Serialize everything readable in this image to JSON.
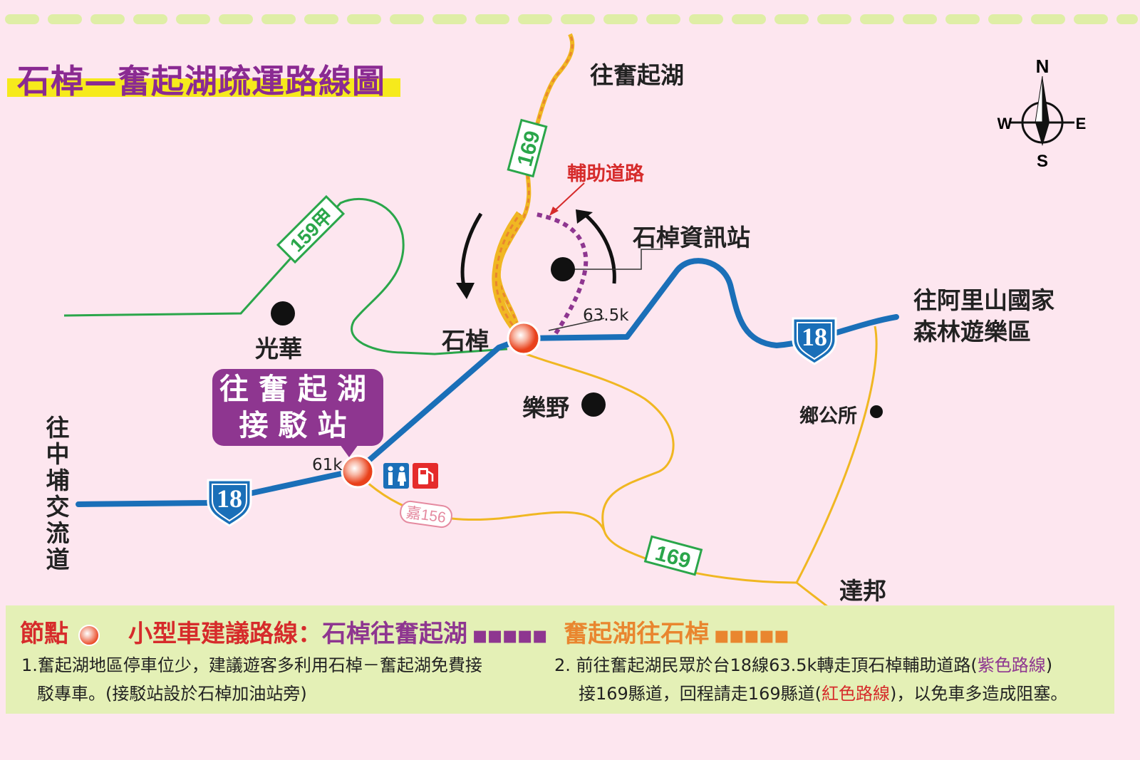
{
  "title": "石棹—奮起湖疏運路線圖",
  "compass": {
    "n": "N",
    "s": "S",
    "e": "E",
    "w": "W"
  },
  "places": {
    "fenqihu_north": "往奮起湖",
    "aux_road": "輔助道路",
    "info_station": "石棹資訊站",
    "shizhuo": "石棹",
    "km_635": "63.5k",
    "guanghua": "光華",
    "leye": "樂野",
    "township_office": "鄉公所",
    "alishan_line1": "往阿里山國家",
    "alishan_line2": "森林遊樂區",
    "shuttle_line1": "往奮起湖",
    "shuttle_line2": "接駁站",
    "km_61": "61k",
    "zhongpu": "往中埔交流道",
    "dabang": "達邦"
  },
  "road_shields": {
    "r169_top": "169",
    "r159a": "159甲",
    "r18_east": "18",
    "r18_west": "18",
    "r156": "嘉156",
    "r169_south": "169"
  },
  "legend": {
    "node_label": "節點",
    "route_label": "小型車建議路線：",
    "to_fenqihu": "石棹往奮起湖",
    "to_shizhuo": "奮起湖往石棹",
    "dots": "▪▪▪▪▪",
    "note1_line1": "1.奮起湖地區停車位少，建議遊客多利用石棹－奮起湖免費接",
    "note1_line2": "駁專車。(接駁站設於石棹加油站旁)",
    "note2_a": "2. 前往奮起湖民眾於台18線63.5k轉走頂石棹輔助道路(",
    "note2_purple": "紫色路線",
    "note2_b": ")",
    "note2_c": "接169縣道，回程請走169縣道(",
    "note2_red": "紅色路線",
    "note2_d": ")，以免車多造成阻塞。"
  },
  "colors": {
    "background": "#fde6ef",
    "route18": "#1a6fb8",
    "route169": "#f0b722",
    "route159a": "#2aa64a",
    "aux_purple": "#8e3690",
    "return_orange": "#e9862f",
    "legend_bg": "#e4f0b6",
    "title": "#8a2a92",
    "title_bar": "#f6ea1c"
  },
  "icons": [
    "compass-icon",
    "restroom-icon",
    "gas-station-icon",
    "node-icon"
  ]
}
